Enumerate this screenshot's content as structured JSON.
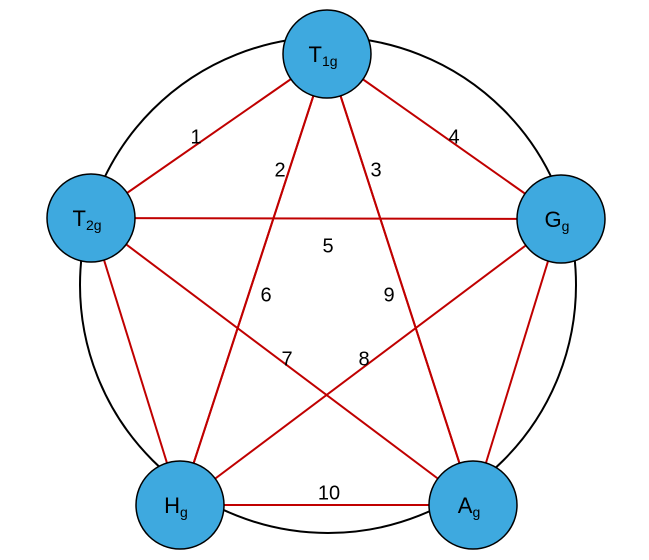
{
  "colors": {
    "node_fill": "#3ea9df",
    "node_stroke": "#000000",
    "edge": "#c00000",
    "circle": "#000000"
  },
  "nodes": [
    {
      "id": "T1g",
      "main": "T",
      "sub": "1g"
    },
    {
      "id": "T2g",
      "main": "T",
      "sub": "2g"
    },
    {
      "id": "Gg",
      "main": "G",
      "sub": "g"
    },
    {
      "id": "Hg",
      "main": "H",
      "sub": "g"
    },
    {
      "id": "Ag",
      "main": "A",
      "sub": "g"
    }
  ],
  "edges": [
    {
      "label": "1",
      "from": "T1g",
      "to": "T2g"
    },
    {
      "label": "2",
      "from": "T1g",
      "to": "Hg"
    },
    {
      "label": "3",
      "from": "T1g",
      "to": "Ag"
    },
    {
      "label": "4",
      "from": "T1g",
      "to": "Gg"
    },
    {
      "label": "5",
      "from": "T2g",
      "to": "Gg"
    },
    {
      "label": "6",
      "from": "Hg",
      "to": "T1g"
    },
    {
      "label": "7",
      "from": "T2g",
      "to": "Ag"
    },
    {
      "label": "8",
      "from": "Gg",
      "to": "Hg"
    },
    {
      "label": "9",
      "from": "T1g",
      "to": "Ag"
    },
    {
      "label": "10",
      "from": "Hg",
      "to": "Ag"
    }
  ],
  "extra_edges": [
    {
      "from": "T2g",
      "to": "Hg"
    },
    {
      "from": "Gg",
      "to": "Ag"
    }
  ]
}
